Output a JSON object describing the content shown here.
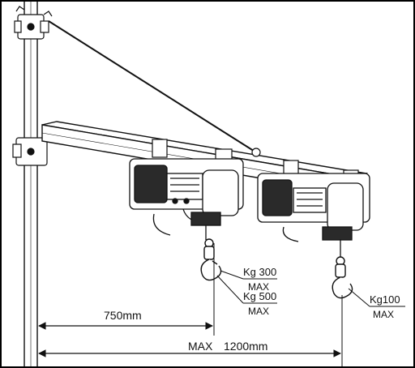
{
  "diagram": {
    "colors": {
      "ink": "#111111",
      "shade": "#2a2a2a",
      "background": "#ffffff",
      "frame": "#000000"
    },
    "labels": {
      "load_near_top": "Kg 300",
      "load_near_top_max": "MAX",
      "load_near_bottom": "Kg 500",
      "load_near_bottom_max": "MAX",
      "load_far": "Kg100",
      "load_far_max": "MAX",
      "dim_near": "750mm",
      "dim_far_prefix": "MAX",
      "dim_far_value": "1200mm"
    }
  }
}
